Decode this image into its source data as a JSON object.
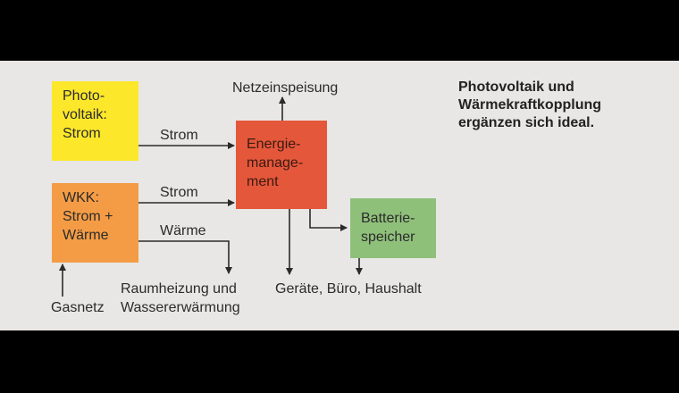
{
  "boxes": {
    "pv": "Photo-\nvoltaik:\nStrom",
    "wkk": "WKK:\nStrom +\nWärme",
    "em": "Energie-\nmanage-\nment",
    "bat": "Batterie-\nspeicher"
  },
  "labels": {
    "strom1": "Strom",
    "strom2": "Strom",
    "waerme": "Wärme",
    "netz": "Netzeinspeisung",
    "gas": "Gasnetz",
    "raum1": "Raumheizung und",
    "raum2": "Wassererwärmung",
    "geraete": "Geräte, Büro, Haushalt"
  },
  "title": {
    "line1": "Photovoltaik und",
    "line2": "Wärmekraftkopplung",
    "line3": "ergänzen sich ideal."
  },
  "colors": {
    "pv": "#fce72a",
    "wkk": "#f49c45",
    "em": "#e4573a",
    "bat": "#8fc07a"
  }
}
